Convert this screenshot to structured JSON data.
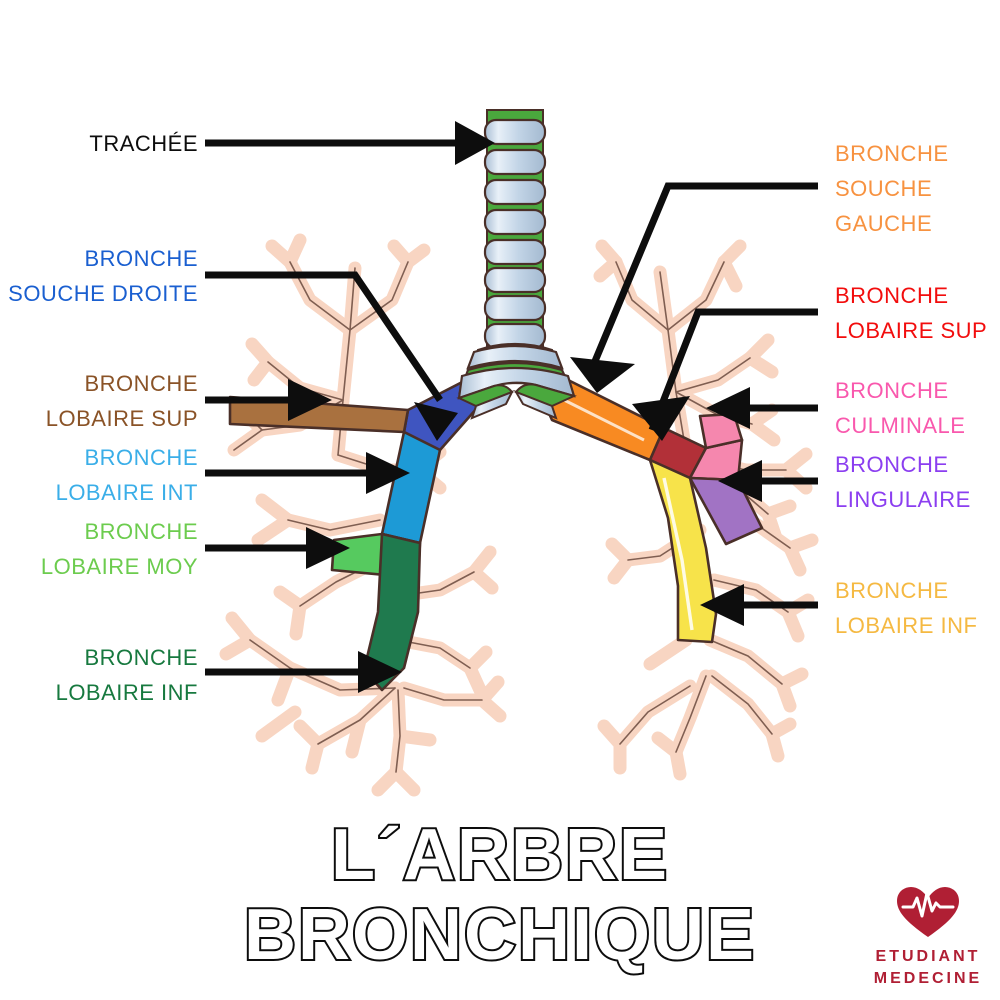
{
  "title": {
    "line1": "L´ARBRE",
    "line2": "BRONCHIQUE"
  },
  "logo": {
    "icon": "heart-ecg-icon",
    "line1": "ETUDIANT",
    "line2": "MEDECINE",
    "color": "#b01f34"
  },
  "labels": {
    "trachee": {
      "line1": "TRACHÉE",
      "line2": "",
      "color": "#0d0d0d"
    },
    "souche_droite": {
      "line1": "BRONCHE",
      "line2": "SOUCHE DROITE",
      "color": "#1a5fd0"
    },
    "lobaire_sup_d": {
      "line1": "BRONCHE",
      "line2": "LOBAIRE SUP",
      "color": "#8a5327"
    },
    "lobaire_int_d": {
      "line1": "BRONCHE",
      "line2": "LOBAIRE INT",
      "color": "#3aaee8"
    },
    "lobaire_moy_d": {
      "line1": "BRONCHE",
      "line2": "LOBAIRE MOY",
      "color": "#6ccc4e"
    },
    "lobaire_inf_d": {
      "line1": "BRONCHE",
      "line2": "LOBAIRE INF",
      "color": "#17793f"
    },
    "souche_gauche": {
      "line1": "BRONCHE",
      "line2": "SOUCHE",
      "line3": "GAUCHE",
      "color": "#f79240"
    },
    "lobaire_sup_g": {
      "line1": "BRONCHE",
      "line2": "LOBAIRE SUP",
      "color": "#f20d0d"
    },
    "culminale": {
      "line1": "BRONCHE",
      "line2": "CULMINALE",
      "color": "#f958ad"
    },
    "lingulaire": {
      "line1": "BRONCHE",
      "line2": "LINGULAIRE",
      "color": "#8b3ef0"
    },
    "lobaire_inf_g": {
      "line1": "BRONCHE",
      "line2": "LOBAIRE INF",
      "color": "#f5b942"
    }
  },
  "anatomy": {
    "trachea_ring_fill": "#bcd0e4",
    "trachea_band_fill": "#4aa83d",
    "airway_pale_fill": "#f8d5c2",
    "outline": "#5a3a32",
    "segments": {
      "bronche_souche_droite": "#3f55c0",
      "bronche_lobaire_sup_droite": "#a9713f",
      "bronche_lobaire_int_droite": "#1d9ad6",
      "bronche_lobaire_moy_droite": "#56ca5f",
      "bronche_lobaire_inf_droite": "#1f7a4e",
      "bronche_souche_gauche": "#f88a22",
      "bronche_lobaire_sup_gauche": "#b23038",
      "bronche_culminale": "#f587ae",
      "bronche_lingulaire": "#a173c4",
      "bronche_lobaire_inf_gauche": "#f7e34a"
    }
  }
}
